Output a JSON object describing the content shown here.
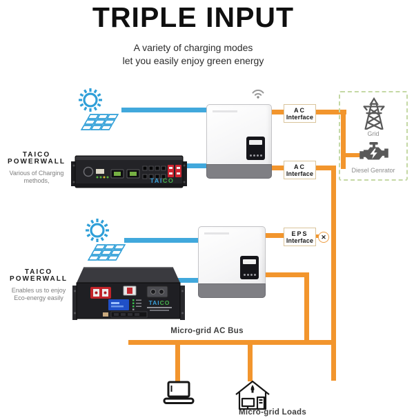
{
  "header": {
    "title": "TRIPLE INPUT",
    "subtitle_line1": "A variety of charging modes",
    "subtitle_line2": "let you easily enjoy green energy"
  },
  "powerwall1": {
    "name_line1": "TAICO",
    "name_line2": "POWERWALL",
    "desc_line1": "Various of Charging",
    "desc_line2": "methods,"
  },
  "powerwall2": {
    "name_line1": "TAICO",
    "name_line2": "POWERWALL",
    "desc_line1": "Enables us to enjoy",
    "desc_line2": "Eco-energy easily"
  },
  "interfaces": {
    "ac1_line1": "AC",
    "ac1_line2": "Interface",
    "ac2_line1": "AC",
    "ac2_line2": "Interface",
    "eps_line1": "EPS",
    "eps_line2": "Interface",
    "eps_blocked_symbol": "✕"
  },
  "grid_panel": {
    "grid_label": "Grid",
    "diesel_label": "Diesel Genrator"
  },
  "bus_label": "Micro-grid AC Bus",
  "loads_label": "Micro-grid Loads",
  "battery_logo": {
    "part1": "TAI",
    "part2": "CO"
  },
  "icons": {
    "pv-array-icon": "sun with tilted solar panel",
    "wifi-icon": "wifi arcs with dot",
    "grid-tower-icon": "transmission tower",
    "diesel-engine-icon": "engine silhouette with bolt",
    "laptop-icon": "laptop outline",
    "house-loads-icon": "house with bulb, monitor and appliance",
    "blocked-icon": "circled x on EPS branch"
  },
  "colors": {
    "pv-blue": "#2f9fd8",
    "line-blue": "#41a8dc",
    "line-orange": "#f2952d",
    "interface-border": "#d9c39a",
    "dashed-box-border": "#c4d8a4",
    "icon-gray": "#595959",
    "label-gray": "#8c8c8c",
    "logo-blue": "#3aa0d8",
    "logo-green": "#46b14c"
  }
}
